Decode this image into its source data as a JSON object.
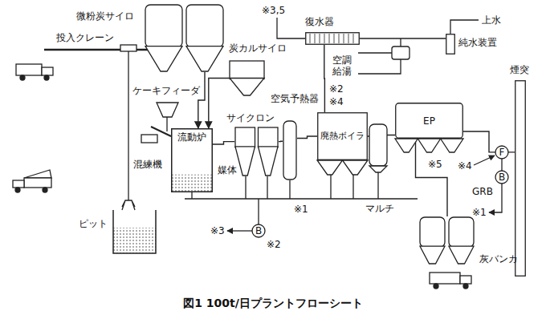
{
  "diagram": {
    "caption": "図1 100t/日プラントフローシート",
    "nodes": [
      {
        "text": [
          "微粉炭サイロ"
        ]
      },
      {
        "text": [
          "炭カルサイロ"
        ]
      },
      {
        "text": [
          "ピット"
        ]
      },
      {
        "text": [
          "流動炉"
        ]
      },
      {
        "text": [
          "サイクロン"
        ]
      },
      {
        "text": [
          "空気予熱器"
        ]
      },
      {
        "text": [
          "廃熱ボイラ"
        ]
      },
      {
        "text": [
          "EP"
        ]
      },
      {
        "text": [
          "煙突"
        ]
      },
      {
        "text": [
          "復水器"
        ]
      },
      {
        "text": [
          "純水装置"
        ]
      },
      {
        "text": [
          "灰バンカ"
        ]
      }
    ],
    "edges": [
      {
        "from": 0,
        "to": 3,
        "arrow": "to"
      },
      {
        "from": 1,
        "to": 3,
        "arrow": "to"
      },
      {
        "from": 3,
        "to": 4,
        "arrow": "none"
      },
      {
        "from": 4,
        "to": 5,
        "arrow": "none"
      },
      {
        "from": 5,
        "to": 6,
        "arrow": "none"
      },
      {
        "from": 6,
        "to": 7,
        "arrow": "none"
      },
      {
        "from": 7,
        "to": 8,
        "arrow": "none"
      },
      {
        "from": 6,
        "to": 9,
        "arrow": "none"
      },
      {
        "from": 9,
        "to": 10,
        "arrow": "none"
      },
      {
        "from": 7,
        "to": 11,
        "arrow": "none"
      }
    ],
    "labels": [
      "投入クレーン",
      "ケーキフィーダ",
      "混練機",
      "媒体",
      "※3,5",
      "上水",
      "空調 給湯",
      "※2",
      "※4",
      "マルチ",
      "※1",
      "※3",
      "※2",
      "B",
      "※5",
      "※4",
      "F",
      "B",
      "GRB",
      "※1"
    ]
  }
}
